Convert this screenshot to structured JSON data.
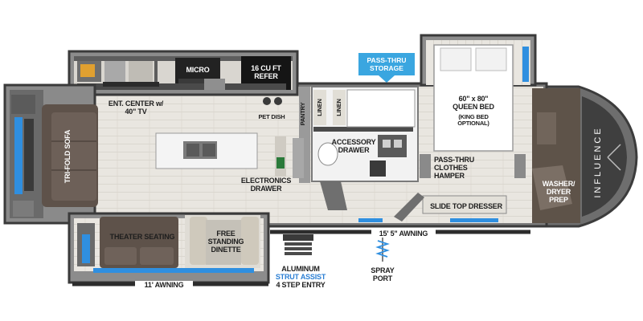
{
  "labels": {
    "micro": "MICRO",
    "refer": "16 CU FT\nREFER",
    "ent_center": "ENT. CENTER w/\n40\" TV",
    "pantry": "PANTRY",
    "pet_dish": "PET DISH",
    "linen1": "LINEN",
    "linen2": "LINEN",
    "pass_thru_storage": "PASS-THRU\nSTORAGE",
    "queen_bed": "60\" x 80\"\nQUEEN BED",
    "king_opt": "(KING BED\nOPTIONAL)",
    "tri_fold_sofa": "TRI-FOLD SOFA",
    "accessory_drawer": "ACCESSORY\nDRAWER",
    "pass_thru_hamper": "PASS-THRU\nCLOTHES\nHAMPER",
    "electronics_drawer": "ELECTRONICS\nDRAWER",
    "washer_dryer": "WASHER/\nDRYER\nPREP",
    "slide_top_dresser": "SLIDE TOP DRESSER",
    "awning_15": "15' 5\" AWNING",
    "theater_seating": "THEATER SEATING",
    "dinette": "FREE\nSTANDING\nDINETTE",
    "aluminum": "ALUMINUM",
    "strut_assist": "STRUT ASSIST",
    "step_entry": "4 STEP ENTRY",
    "spray_port": "SPRAY\nPORT",
    "awning_11": "11' AWNING",
    "brand": "INFLUENCE"
  },
  "colors": {
    "floor": "#e8e4dc",
    "wall": "#8a8a8a",
    "accent_blue": "#2f8fe0",
    "sofa": "#5e524a",
    "callout": "#3aa6e0"
  },
  "icons": {
    "microwave": "microwave-icon",
    "refrigerator": "refrigerator-icon",
    "sink": "sink-icon",
    "toilet": "toilet-icon",
    "spray": "spray-port-icon"
  }
}
